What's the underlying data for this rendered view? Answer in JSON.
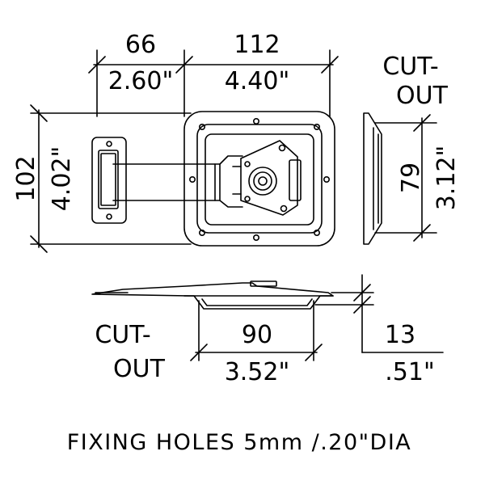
{
  "dimensions": {
    "top_left_mm": "66",
    "top_left_in": "2.60\"",
    "top_right_mm": "112",
    "top_right_in": "4.40\"",
    "height_mm": "102",
    "height_in": "4.02\"",
    "cutout_height_mm": "79",
    "cutout_height_in": "3.12\"",
    "cutout_width_mm": "90",
    "cutout_width_in": "3.52\"",
    "depth_mm": "13",
    "depth_in": ".51\""
  },
  "labels": {
    "cutout_side_line1": "CUT-",
    "cutout_side_line2": "OUT",
    "cutout_bottom_line1": "CUT-",
    "cutout_bottom_line2": "OUT"
  },
  "note": "FIXING HOLES 5mm /.20\"DIA"
}
